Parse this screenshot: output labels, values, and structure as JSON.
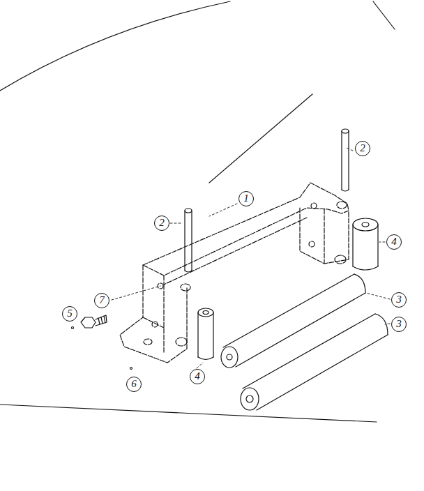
{
  "diagram": {
    "labels": [
      "1",
      "2",
      "2",
      "3",
      "3",
      "4",
      "4",
      "5",
      "7",
      "6"
    ]
  }
}
